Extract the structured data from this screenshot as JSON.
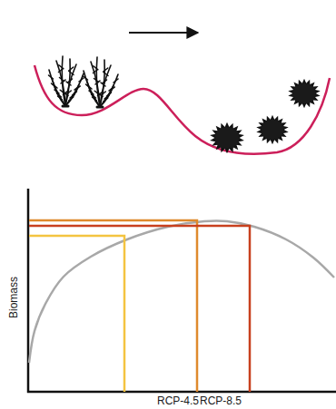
{
  "diagram": {
    "labels": [
      "Biomass",
      "RCP-4.5",
      "RCP-8.5"
    ]
  }
}
